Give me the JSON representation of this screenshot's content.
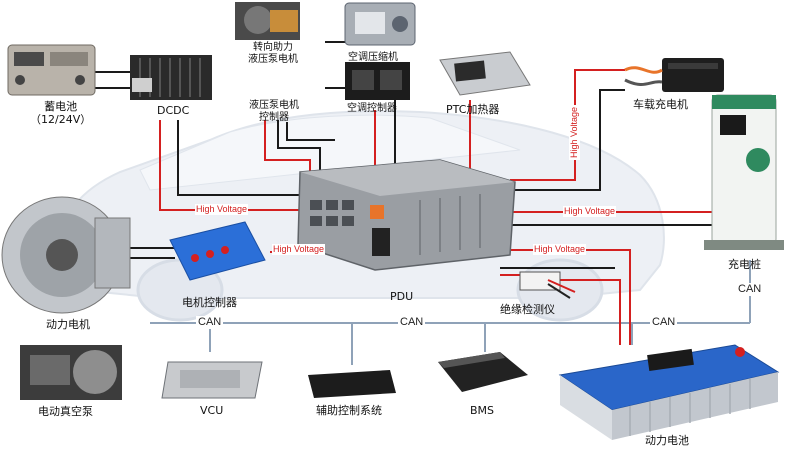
{
  "components": {
    "battery_12v": {
      "name": "蓄电池",
      "sub": "（12/24V）"
    },
    "dcdc": "DCDC",
    "steering_pump_motor": [
      "转向助力",
      "液压泵电机"
    ],
    "hydraulic_pump_controller": [
      "液压泵电机",
      "控制器"
    ],
    "ac_compressor": "空调压缩机",
    "ac_controller": "空调控制器",
    "ptc_heater": "PTC加热器",
    "onboard_charger": "车载充电机",
    "charging_pile": "充电桩",
    "traction_motor": "动力电机",
    "motor_controller": "电机控制器",
    "pdu": "PDU",
    "insulation_detector": "绝缘检测仪",
    "vacuum_pump": "电动真空泵",
    "vcu": "VCU",
    "aux_control": "辅助控制系统",
    "bms": "BMS",
    "power_battery": "动力电池"
  },
  "labels": {
    "high_voltage": "High Voltage",
    "can": "CAN"
  },
  "colors": {
    "high_voltage_line": "#d42020",
    "low_voltage_line": "#1a1a1a",
    "can_line": "#8fa2b8",
    "car_body": "#d7dde6"
  }
}
